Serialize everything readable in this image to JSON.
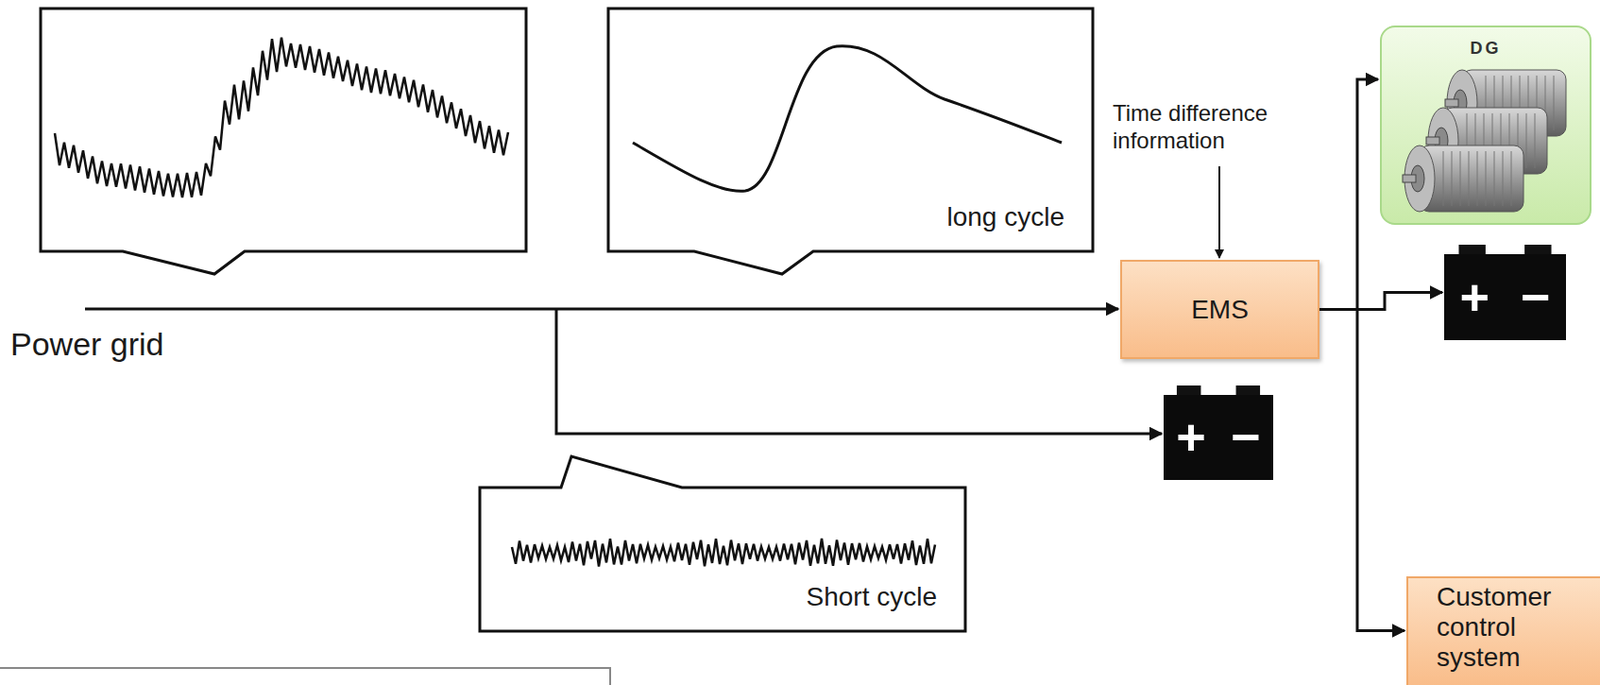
{
  "diagram": {
    "nodes": [
      {
        "text": [
          "long cycle"
        ]
      },
      {
        "text": [
          "DG"
        ]
      },
      {
        "text": [
          "EMS"
        ]
      },
      {
        "text": [
          "+",
          "−"
        ]
      },
      {
        "text": [
          "+",
          "−"
        ]
      },
      {
        "text": [
          "Short cycle"
        ]
      },
      {
        "text": [
          "Customer control system"
        ]
      }
    ],
    "edges": [
      {
        "from": 2,
        "to": 1,
        "arrow": "to"
      },
      {
        "from": 2,
        "to": 3,
        "arrow": "to"
      },
      {
        "from": 2,
        "to": 6,
        "arrow": "to"
      }
    ],
    "labels": [
      "Time difference information",
      "Power grid"
    ]
  }
}
